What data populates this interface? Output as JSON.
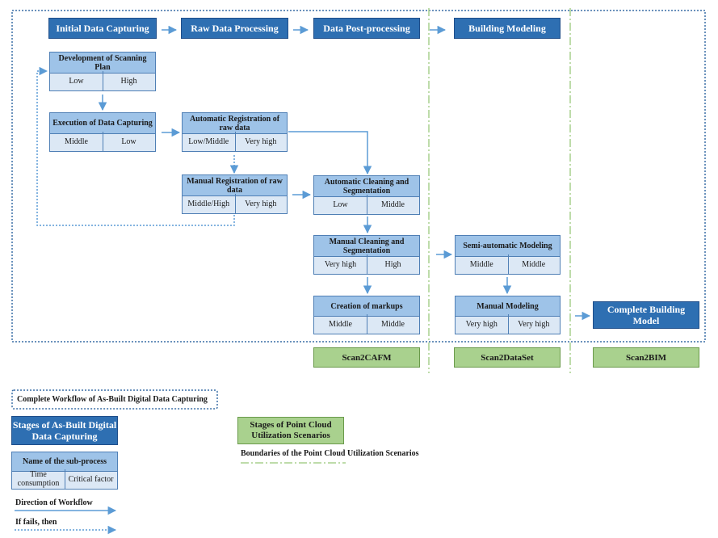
{
  "stages": [
    "Initial Data Capturing",
    "Raw Data Processing",
    "Data Post-processing",
    "Building Modeling"
  ],
  "final_model": "Complete Building Model",
  "subprocesses": {
    "dev_plan": {
      "title": "Development of Scanning Plan",
      "time": "Low",
      "factor": "High"
    },
    "execution": {
      "title": "Execution of Data Capturing",
      "time": "Middle",
      "factor": "Low"
    },
    "auto_reg": {
      "title": "Automatic Registration of raw data",
      "time": "Low/Middle",
      "factor": "Very high"
    },
    "manual_reg": {
      "title": "Manual Registration of raw data",
      "time": "Middle/High",
      "factor": "Very high"
    },
    "auto_clean": {
      "title": "Automatic Cleaning and Segmentation",
      "time": "Low",
      "factor": "Middle"
    },
    "manual_clean": {
      "title": "Manual Cleaning and Segmentation",
      "time": "Very high",
      "factor": "High"
    },
    "markups": {
      "title": "Creation of markups",
      "time": "Middle",
      "factor": "Middle"
    },
    "semi_auto": {
      "title": "Semi-automatic Modeling",
      "time": "Middle",
      "factor": "Middle"
    },
    "manual_model": {
      "title": "Manual Modeling",
      "time": "Very high",
      "factor": "Very high"
    }
  },
  "scenarios": [
    "Scan2CAFM",
    "Scan2DataSet",
    "Scan2BIM"
  ],
  "legend": {
    "workflow": "Complete Workflow of As-Built Digital Data Capturing",
    "stages_box": "Stages of As-Built Digital Data Capturing",
    "utilization_box": "Stages of Point Cloud Utilization Scenarios",
    "boundaries": "Boundaries of the Point Cloud Utilization Scenarios",
    "subprocess_name": "Name of the sub-process",
    "time": "Time consumption",
    "factor": "Critical factor",
    "direction": "Direction of Workflow",
    "if_fails": "If fails, then"
  },
  "colors": {
    "stage_blue": "#2e6fb2",
    "sub_header_blue": "#9ec3e8",
    "sub_body_blue": "#dce8f5",
    "scenario_green": "#a9d18e",
    "arrow_blue": "#5b9bd5",
    "boundary_green": "#a9d18e",
    "workflow_dotted_blue": "#3a6ea5"
  }
}
